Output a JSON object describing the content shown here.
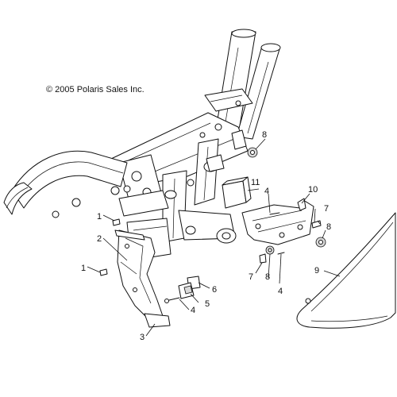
{
  "copyright": "© 2005 Polaris Sales Inc.",
  "callouts": [
    {
      "id": "c1a",
      "label": "1"
    },
    {
      "id": "c1b",
      "label": "1"
    },
    {
      "id": "c2",
      "label": "2"
    },
    {
      "id": "c3",
      "label": "3"
    },
    {
      "id": "c4a",
      "label": "4"
    },
    {
      "id": "c4b",
      "label": "4"
    },
    {
      "id": "c4c",
      "label": "4"
    },
    {
      "id": "c5",
      "label": "5"
    },
    {
      "id": "c6",
      "label": "6"
    },
    {
      "id": "c7a",
      "label": "7"
    },
    {
      "id": "c7b",
      "label": "7"
    },
    {
      "id": "c8a",
      "label": "8"
    },
    {
      "id": "c8b",
      "label": "8"
    },
    {
      "id": "c8c",
      "label": "8"
    },
    {
      "id": "c9",
      "label": "9"
    },
    {
      "id": "c10",
      "label": "10"
    },
    {
      "id": "c11",
      "label": "11"
    }
  ]
}
